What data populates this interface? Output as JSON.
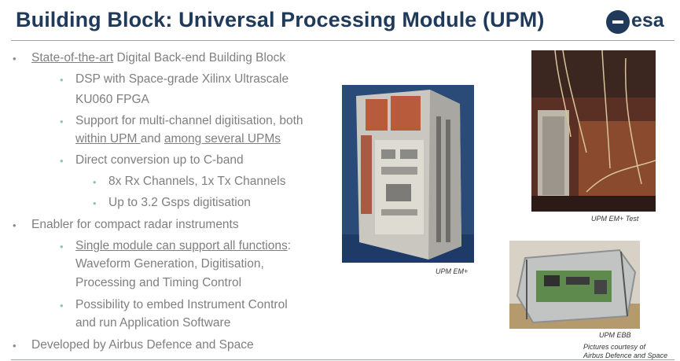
{
  "title": "Building Block: Universal Processing Module (UPM)",
  "logo": {
    "word": "esa"
  },
  "colors": {
    "title": "#1f3a5a",
    "text": "#7f7f7f",
    "bullet_level2": "#8fc4b8"
  },
  "bullets": [
    {
      "level": 1,
      "segments": [
        {
          "t": "State-of-the-art",
          "u": true
        },
        {
          "t": " Digital Back-end Building Block",
          "u": false
        }
      ]
    },
    {
      "level": 2,
      "segments": [
        {
          "t": "DSP with Space-grade Xilinx Ultrascale",
          "u": false
        }
      ]
    },
    {
      "level": 0,
      "segments": [
        {
          "t": "KU060 FPGA",
          "u": false
        }
      ]
    },
    {
      "level": 2,
      "segments": [
        {
          "t": "Support for multi-channel digitisation, both",
          "u": false
        }
      ]
    },
    {
      "level": 0,
      "segments": [
        {
          "t": "within UPM ",
          "u": true
        },
        {
          "t": "and ",
          "u": false
        },
        {
          "t": "among several UPMs",
          "u": true
        }
      ]
    },
    {
      "level": 2,
      "segments": [
        {
          "t": "Direct conversion up to C-band",
          "u": false
        }
      ]
    },
    {
      "level": 3,
      "segments": [
        {
          "t": "8x Rx Channels, 1x Tx Channels",
          "u": false
        }
      ]
    },
    {
      "level": 3,
      "segments": [
        {
          "t": "Up to 3.2 Gsps digitisation",
          "u": false
        }
      ]
    },
    {
      "level": 1,
      "segments": [
        {
          "t": "Enabler for compact radar instruments",
          "u": false
        }
      ]
    },
    {
      "level": 2,
      "segments": [
        {
          "t": "Single module can support all functions",
          "u": true
        },
        {
          "t": ":",
          "u": false
        }
      ]
    },
    {
      "level": 0,
      "segments": [
        {
          "t": "Waveform Generation, Digitisation,",
          "u": false
        }
      ]
    },
    {
      "level": 0,
      "segments": [
        {
          "t": "Processing and Timing Control",
          "u": false
        }
      ]
    },
    {
      "level": 2,
      "segments": [
        {
          "t": "Possibility to embed Instrument Control",
          "u": false
        }
      ]
    },
    {
      "level": 0,
      "segments": [
        {
          "t": "and run Application Software",
          "u": false
        }
      ]
    },
    {
      "level": 1,
      "segments": [
        {
          "t": "Developed by Airbus Defence and Space",
          "u": false
        }
      ]
    }
  ],
  "captions": {
    "em_plus": "UPM EM+",
    "em_plus_test": "UPM EM+ Test",
    "ebb": "UPM EBB",
    "courtesy_1": "Pictures courtesy of",
    "courtesy_2": "Airbus Defence and Space"
  }
}
